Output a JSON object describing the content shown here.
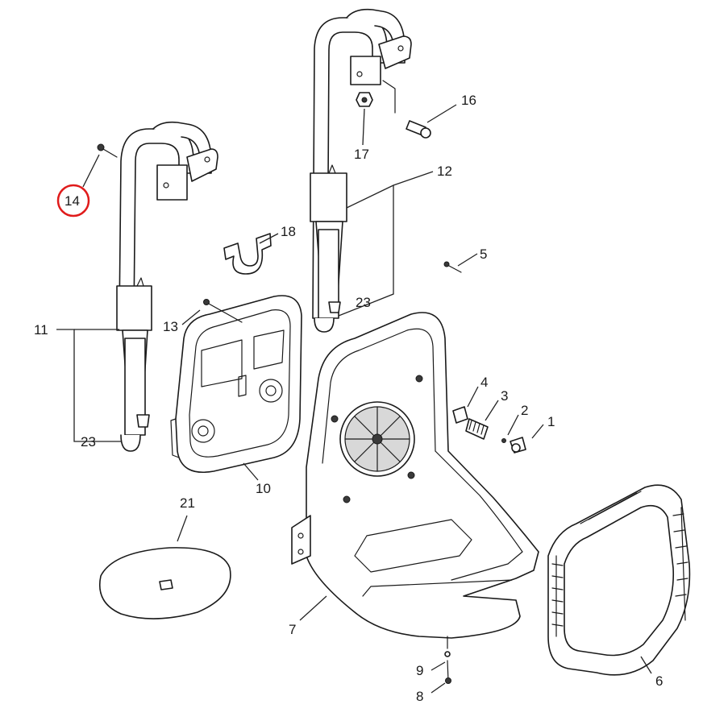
{
  "diagram": {
    "callouts": [
      {
        "id": "c1",
        "label": "1"
      },
      {
        "id": "c2",
        "label": "2"
      },
      {
        "id": "c3",
        "label": "3"
      },
      {
        "id": "c4",
        "label": "4"
      },
      {
        "id": "c5",
        "label": "5"
      },
      {
        "id": "c6",
        "label": "6"
      },
      {
        "id": "c7",
        "label": "7"
      },
      {
        "id": "c8",
        "label": "8"
      },
      {
        "id": "c9",
        "label": "9"
      },
      {
        "id": "c10",
        "label": "10"
      },
      {
        "id": "c11",
        "label": "11"
      },
      {
        "id": "c12",
        "label": "12"
      },
      {
        "id": "c13",
        "label": "13"
      },
      {
        "id": "c14",
        "label": "14"
      },
      {
        "id": "c16",
        "label": "16"
      },
      {
        "id": "c17",
        "label": "17"
      },
      {
        "id": "c18",
        "label": "18"
      },
      {
        "id": "c21",
        "label": "21"
      },
      {
        "id": "c23a",
        "label": "23"
      },
      {
        "id": "c23b",
        "label": "23"
      }
    ],
    "highlighted_callout": "14",
    "highlight_color": "#e01b1b",
    "line_color": "#1a1a1a"
  }
}
